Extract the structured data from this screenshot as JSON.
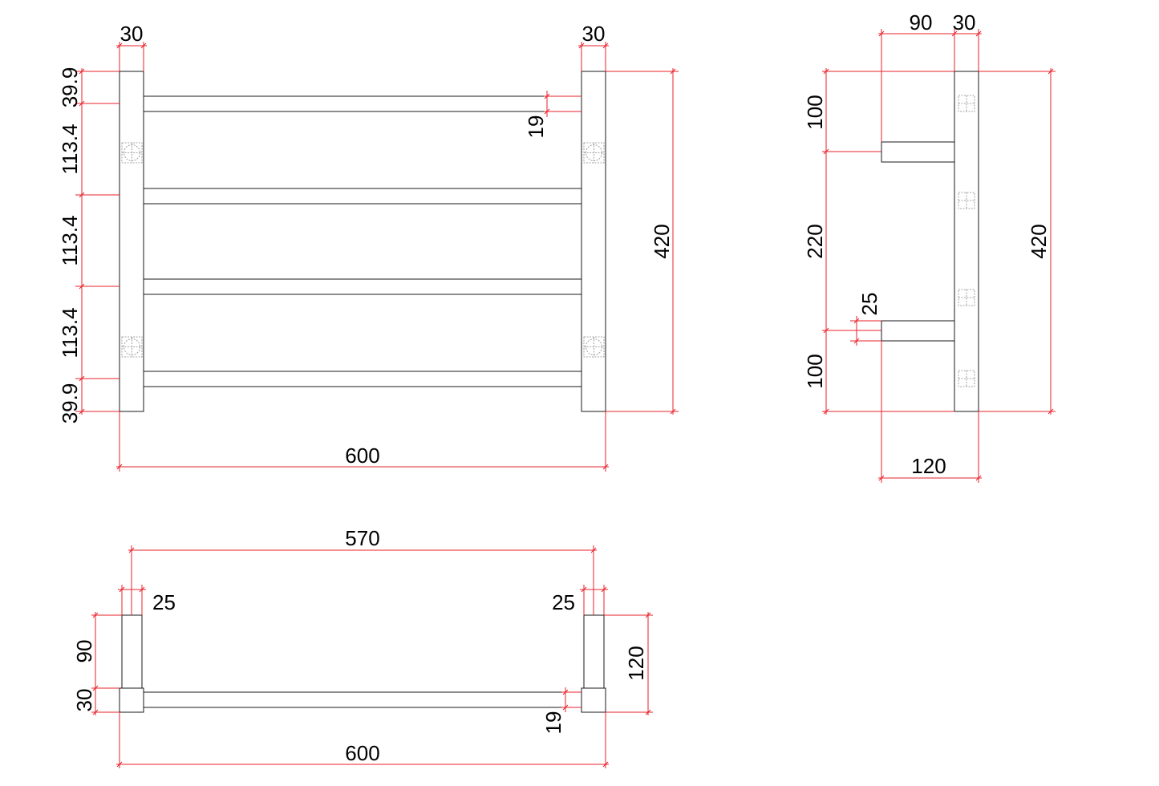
{
  "front_view": {
    "width_top_left": "30",
    "width_top_right": "30",
    "heights": [
      "39.9",
      "113.4",
      "113.4",
      "113.4",
      "39.9"
    ],
    "bar_thickness": "19",
    "total_height": "420",
    "total_width": "600"
  },
  "side_view": {
    "arm_upper": "90",
    "post": "30",
    "top_offset": "100",
    "middle_gap": "220",
    "bottom_offset": "100",
    "bar_thickness": "25",
    "total_height": "420",
    "depth": "120"
  },
  "top_view": {
    "inner_width": "570",
    "post_left": "25",
    "post_right": "25",
    "arm_depth": "90",
    "bar_depth": "30",
    "bar_thickness": "19",
    "total_depth": "120",
    "total_width": "600"
  }
}
